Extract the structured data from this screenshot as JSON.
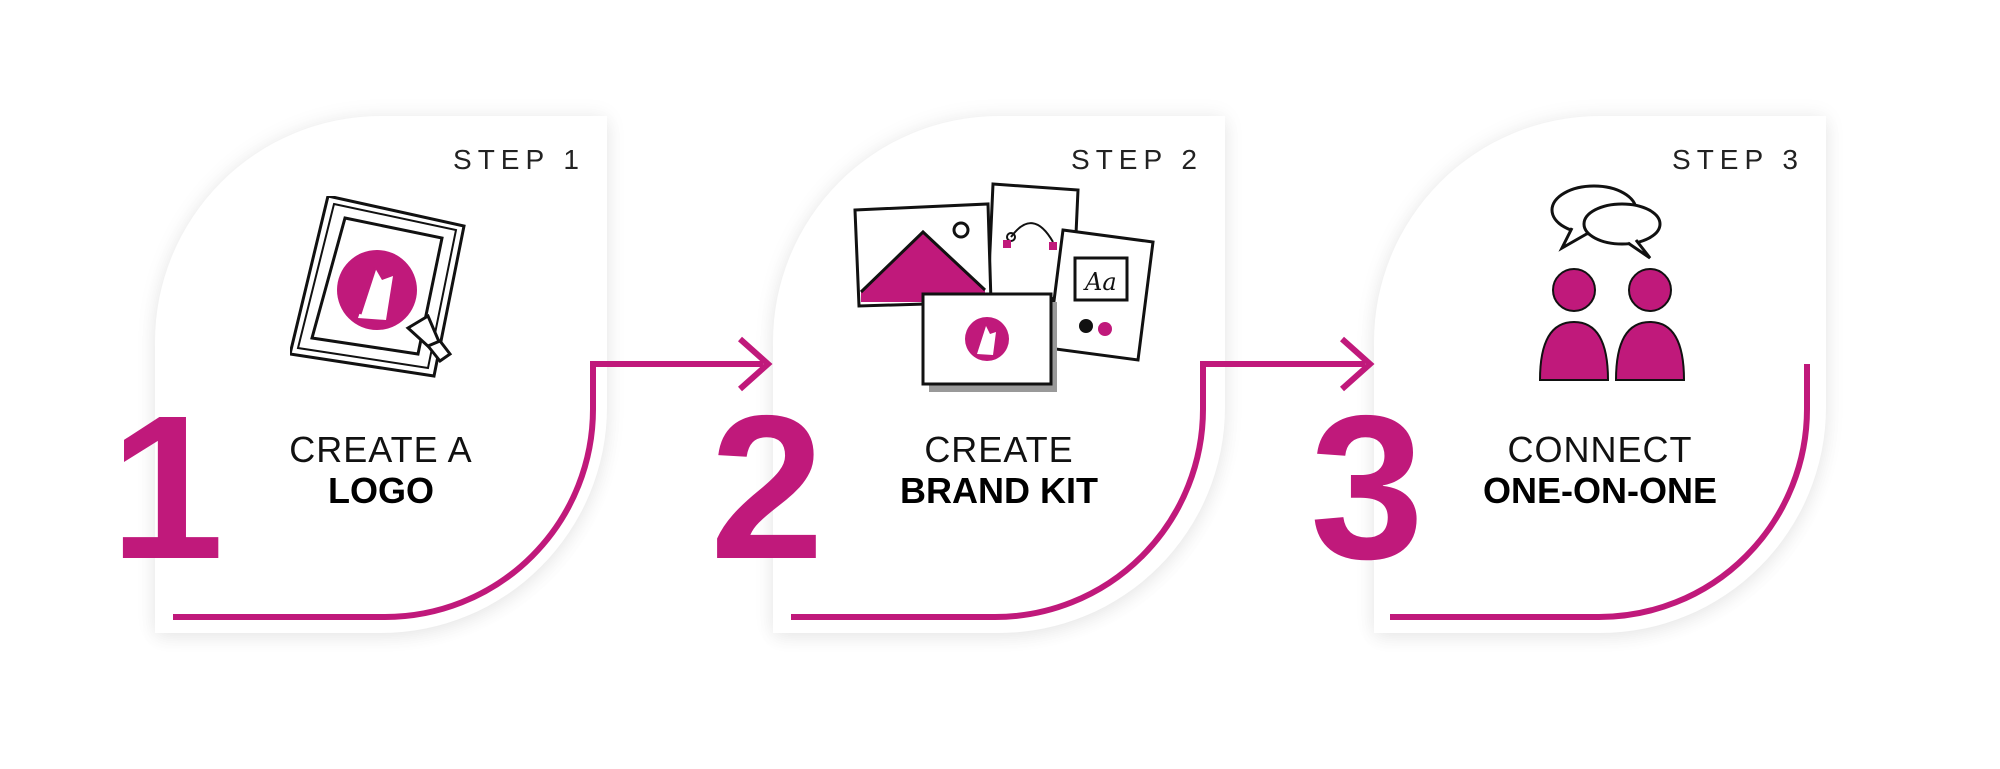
{
  "accent_color": "#c0197b",
  "steps": [
    {
      "number": "1",
      "step_label": "STEP 1",
      "title_line_1": "CREATE A",
      "title_line_2": "LOGO",
      "icon": "logo-design-icon"
    },
    {
      "number": "2",
      "step_label": "STEP 2",
      "title_line_1": "CREATE",
      "title_line_2": "BRAND KIT",
      "icon": "brand-kit-icon"
    },
    {
      "number": "3",
      "step_label": "STEP 3",
      "title_line_1": "CONNECT",
      "title_line_2": "ONE-ON-ONE",
      "icon": "people-chat-icon"
    }
  ]
}
